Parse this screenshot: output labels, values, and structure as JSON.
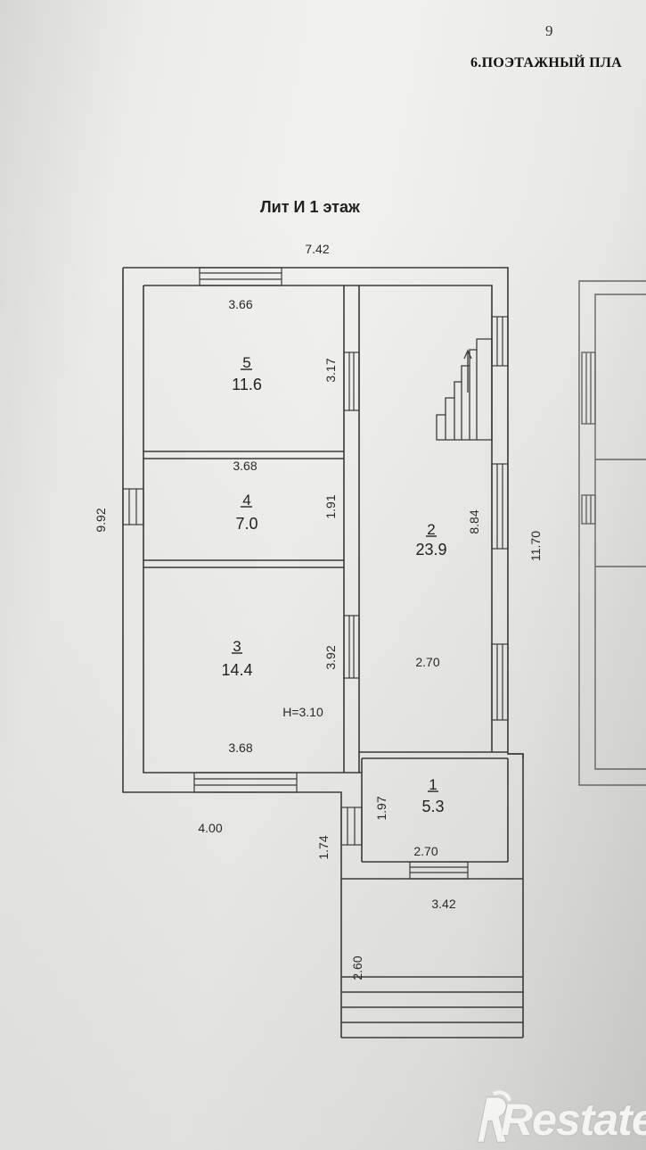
{
  "page": {
    "number": "9",
    "section_header": "6.ПОЭТАЖНЫЙ ПЛА"
  },
  "plan": {
    "title": "Лит И 1 этаж",
    "rooms": [
      {
        "id": "5",
        "area": "11.6"
      },
      {
        "id": "4",
        "area": "7.0"
      },
      {
        "id": "3",
        "area": "14.4"
      },
      {
        "id": "2",
        "area": "23.9"
      },
      {
        "id": "1",
        "area": "5.3"
      }
    ],
    "dimensions": {
      "top_total": "7.42",
      "left_total": "9.92",
      "right_total": "11.70",
      "room5_width": "3.66",
      "room5_height": "3.17",
      "room4_width": "3.68",
      "room4_height": "1.91",
      "room3_height": "3.92",
      "room3_width": "3.68",
      "room2_height": "8.84",
      "room2_width": "2.70",
      "room1_height": "1.97",
      "room1_width": "2.70",
      "outside_width": "4.00",
      "porch_height": "1.74",
      "terrace_width": "3.42",
      "terrace_depth": "2.60"
    },
    "ceiling_height": "H=3.10"
  },
  "watermark": {
    "brand": "Restate"
  },
  "colors": {
    "line": "#3a3a3a",
    "text": "#222222",
    "paper": "#efefed"
  }
}
